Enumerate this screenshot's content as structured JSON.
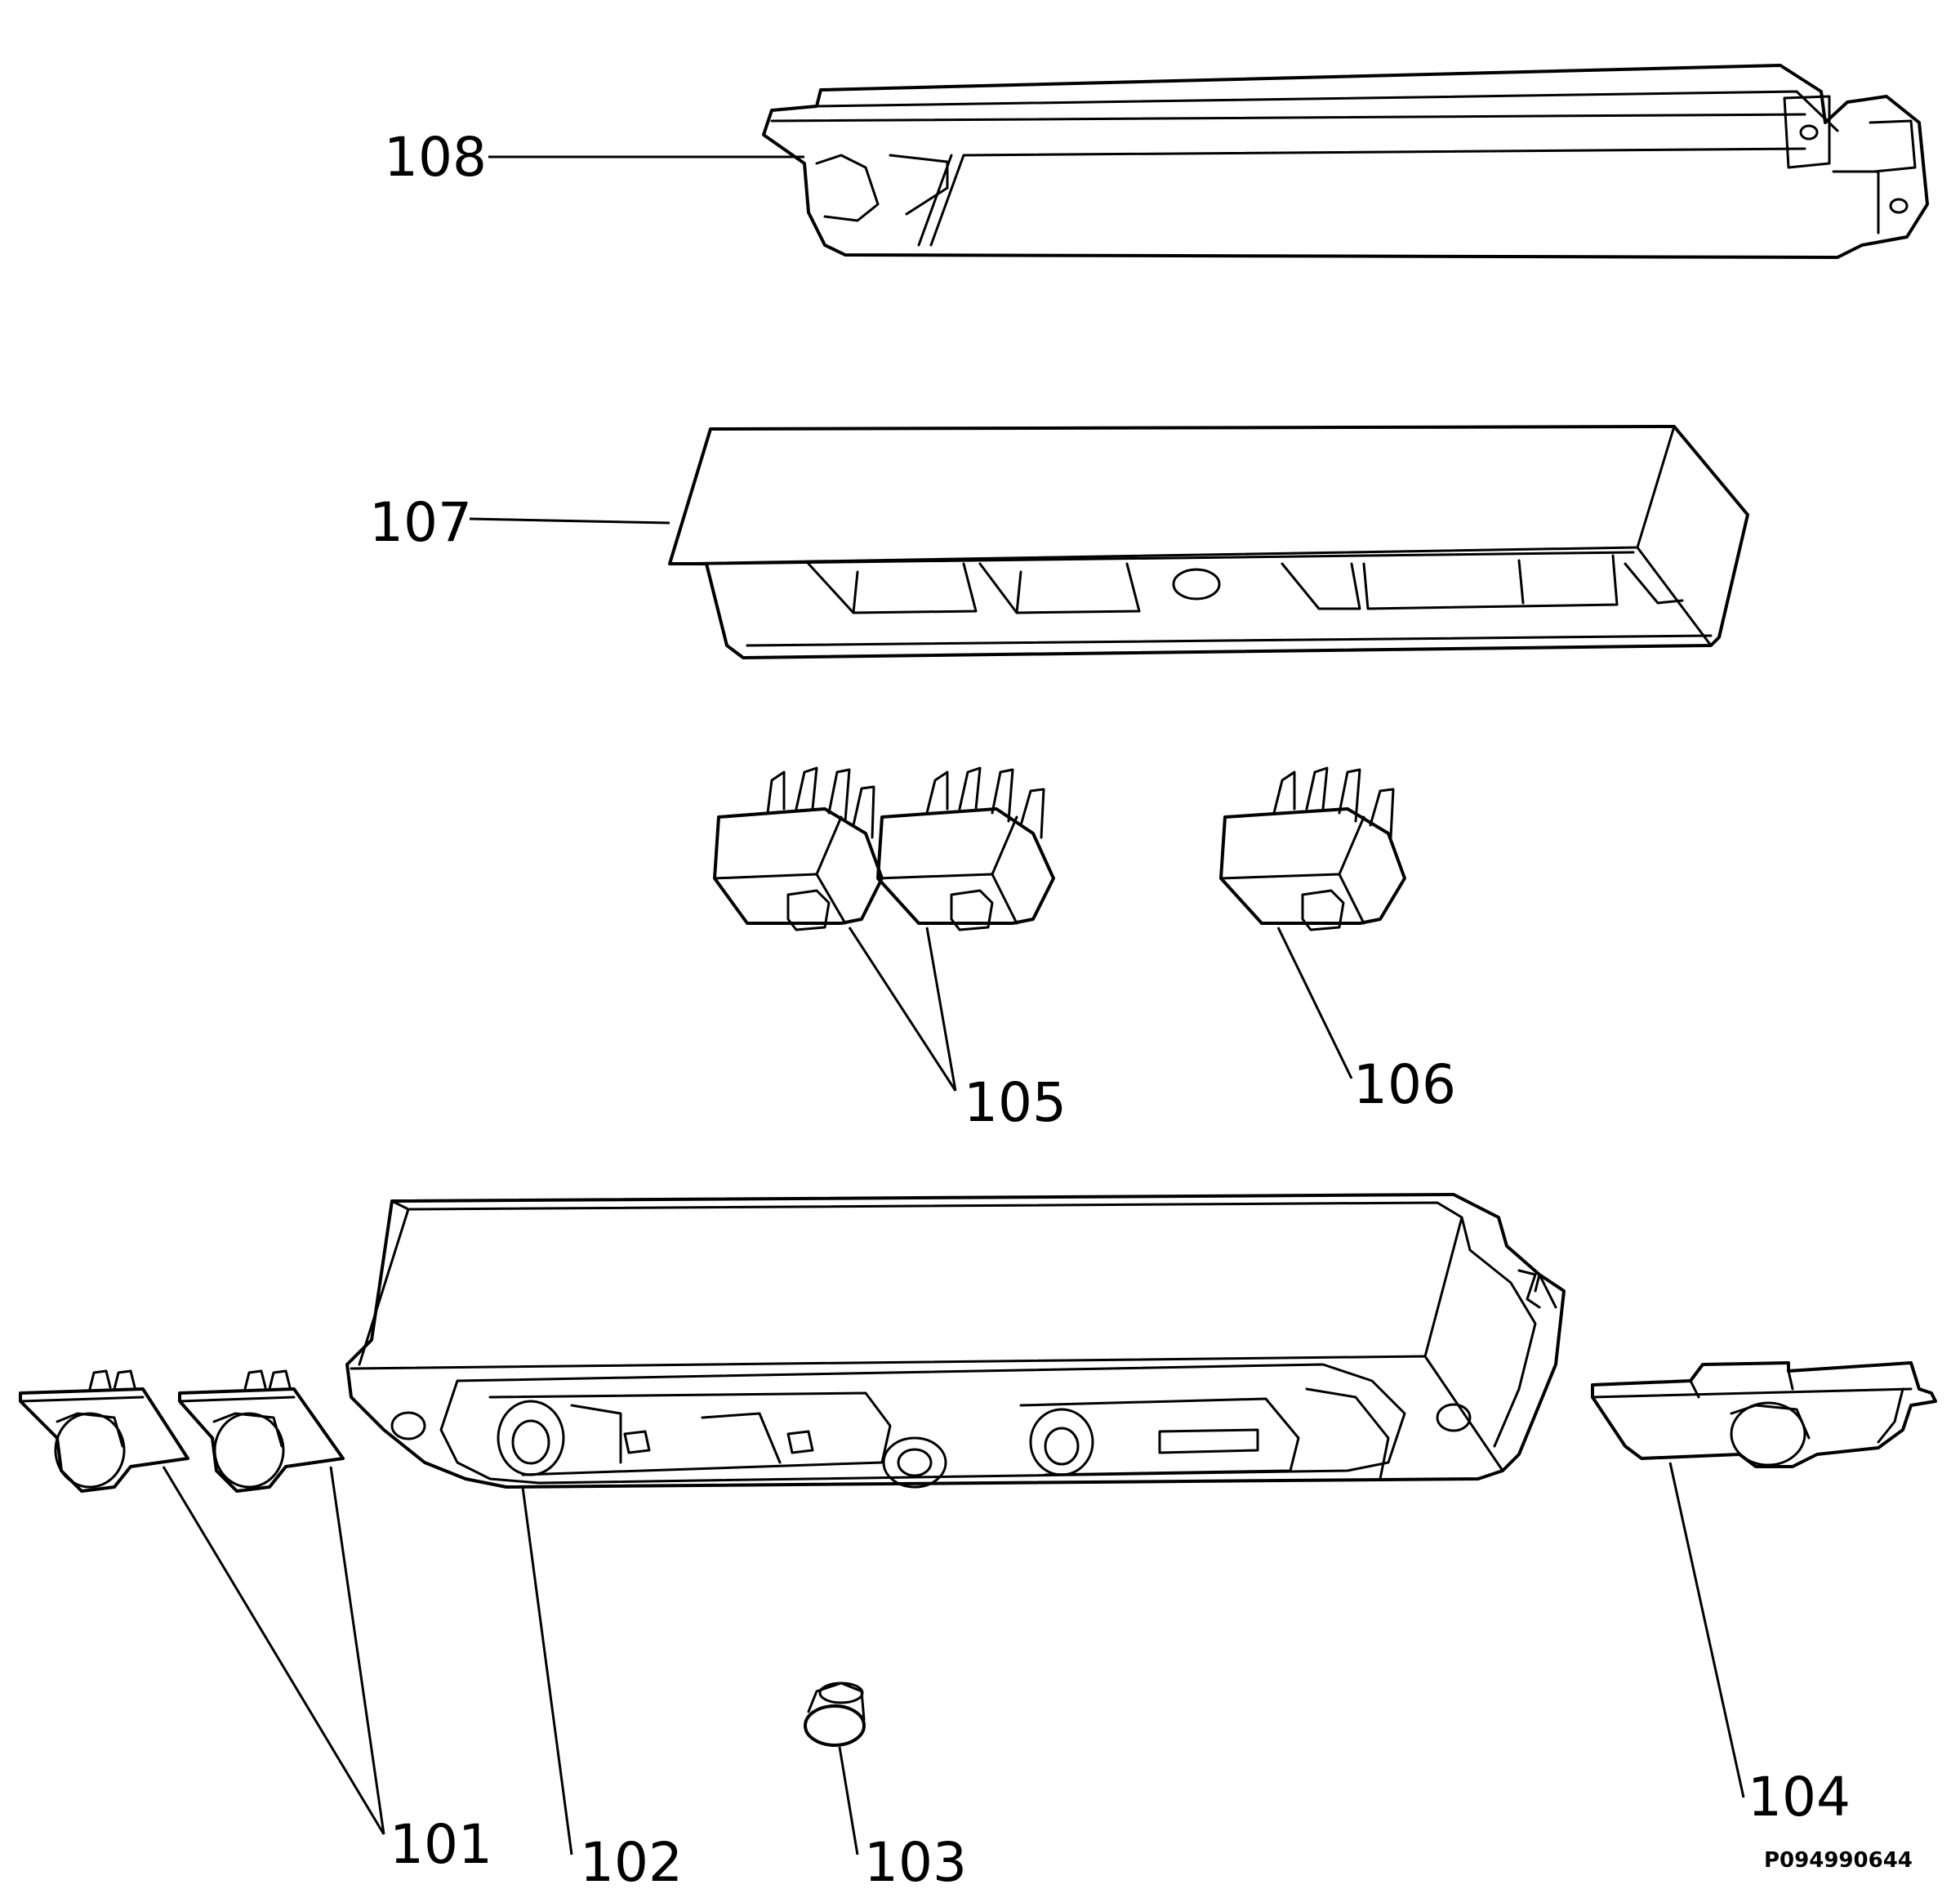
{
  "diagram_code": "P094990644",
  "parts": {
    "p101": "101",
    "p102": "102",
    "p103": "103",
    "p104": "104",
    "p105": "105",
    "p106": "106",
    "p107": "107",
    "p108": "108"
  }
}
